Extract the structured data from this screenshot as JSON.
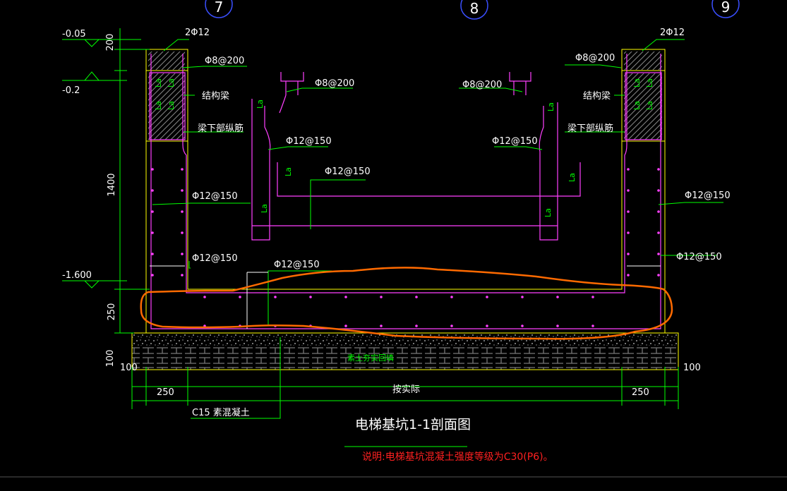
{
  "grid_labels": [
    "7",
    "8",
    "9"
  ],
  "elevations": {
    "top": "-0.05",
    "slab": "-0.2",
    "bottom": "-1.600"
  },
  "dims": {
    "d200": "200",
    "d1400": "1400",
    "d250": "250",
    "d100": "100",
    "bot_250_left": "250",
    "bot_250_right": "250",
    "bot_100_left": "100",
    "bot_100_right": "100",
    "actual": "按实际"
  },
  "rebar": {
    "top_left": "2Φ12",
    "top_right": "2Φ12",
    "stir_left": "Φ8@200",
    "stir_right": "Φ8@200",
    "mid_left": "Φ8@200",
    "mid_right": "Φ8@200",
    "wall_left1": "Φ12@150",
    "wall_right1": "Φ12@150",
    "inner_left": "Φ12@150",
    "inner_right": "Φ12@150",
    "inner_mid": "Φ12@150",
    "low_left": "Φ12@150",
    "low_right": "Φ12@150",
    "slab": "Φ12@150",
    "la": "La"
  },
  "labels": {
    "beam_left": "结构梁",
    "beam_right": "结构梁",
    "long_left": "梁下部纵筋",
    "long_right": "梁下部纵筋",
    "fill": "素土夯实回填",
    "concrete": "C15 素混凝土"
  },
  "title": "电梯基坑1-1剖面图",
  "note": "说明:电梯基坑混凝土强度等级为C30(P6)。",
  "colors": {
    "wall": "#ff40ff",
    "outline": "#ffff00",
    "dim": "#00ff00",
    "text": "#ffffff",
    "markup": "#ff6a00",
    "grid": "#3a4fff",
    "note": "#ff2020"
  }
}
